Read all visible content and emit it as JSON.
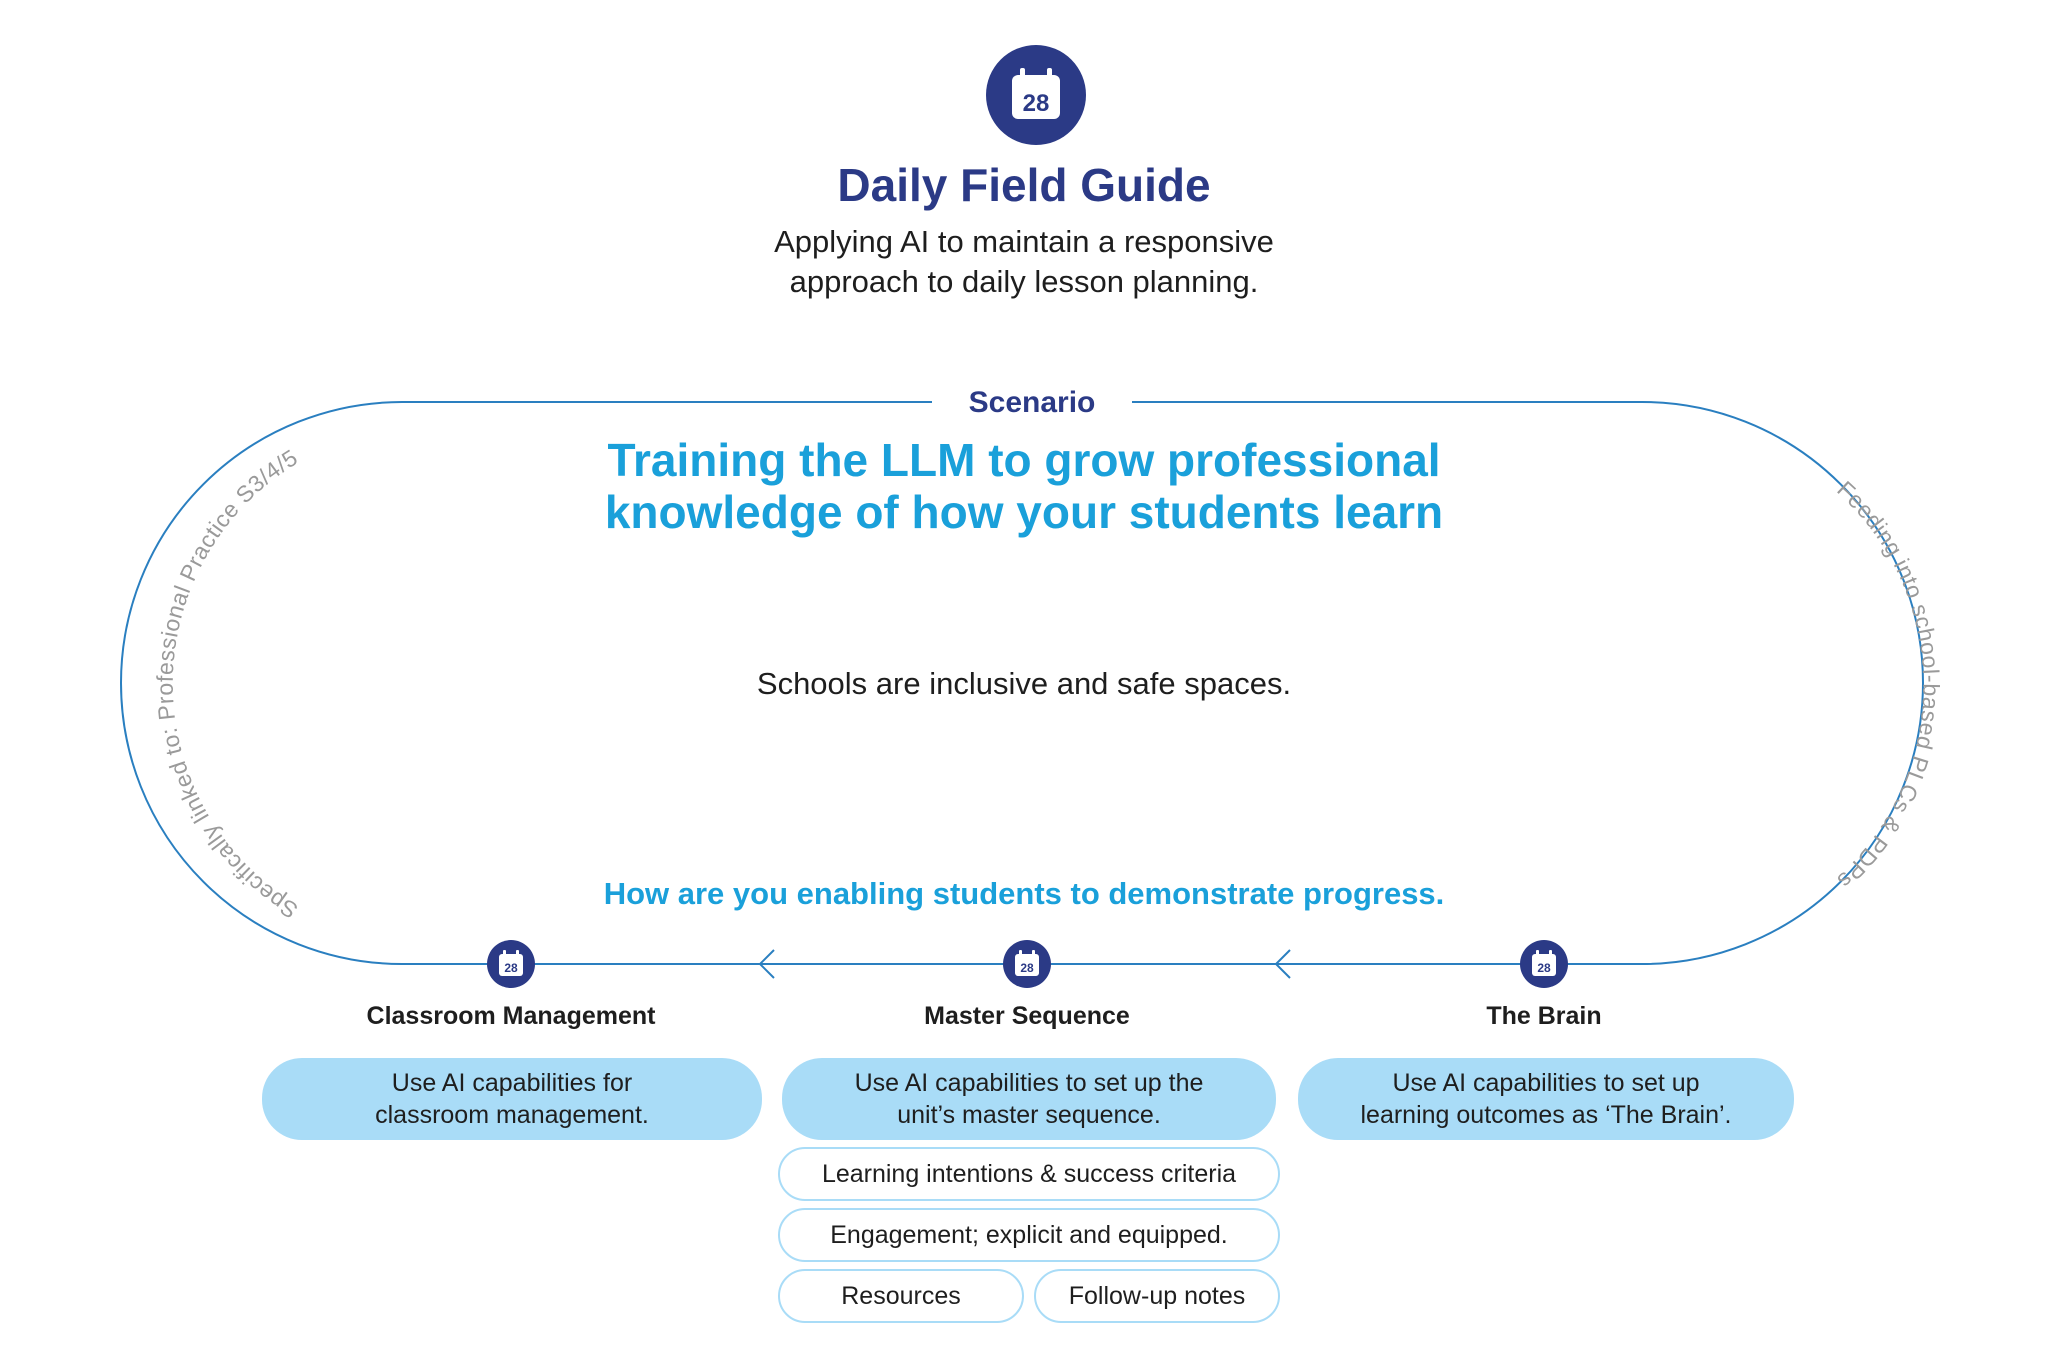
{
  "header": {
    "calendar_day": "28",
    "title": "Daily Field Guide",
    "subtitle_line1": "Applying AI to maintain a responsive",
    "subtitle_line2": "approach to daily lesson planning."
  },
  "scenario": {
    "label": "Scenario",
    "title_line1": "Training the LLM to grow professional",
    "title_line2": "knowledge of how your students learn",
    "statement": "Schools are inclusive and safe spaces.",
    "question": "How are you enabling students to demonstrate progress."
  },
  "side_labels": {
    "left": "Specifically linked to: Professional Practice S3/4/5",
    "right": "Feeding into school-based PLCs & PDPs"
  },
  "steps": [
    {
      "day": "28",
      "name": "Classroom Management",
      "description_line1": "Use AI capabilities for",
      "description_line2": "classroom management."
    },
    {
      "day": "28",
      "name": "Master Sequence",
      "description_line1": "Use AI capabilities to set up the",
      "description_line2": "unit’s master sequence."
    },
    {
      "day": "28",
      "name": "The Brain",
      "description_line1": "Use AI capabilities to set up",
      "description_line2": "learning outcomes as ‘The Brain’."
    }
  ],
  "master_sequence_items": [
    "Learning intentions & success criteria",
    "Engagement; explicit and equipped.",
    "Resources",
    "Follow-up notes"
  ],
  "colors": {
    "navy": "#2b3a86",
    "accent_blue": "#1aa0da",
    "loop_line": "#2a7fc0",
    "pill_fill": "#a9dcf7"
  },
  "icons": {
    "calendar": "calendar-icon",
    "arrow": "arrow-left-icon"
  }
}
